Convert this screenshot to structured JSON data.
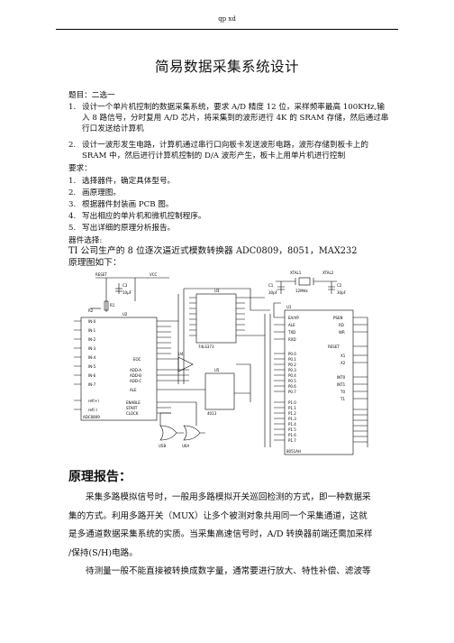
{
  "header": {
    "text": "qp xd"
  },
  "title": "简易数据采集系统设计",
  "topic_intro": "题目：二选一",
  "topics": [
    {
      "num": "1.",
      "lines": [
        "设计一个单片机控制的数据采集系统，要求 A/D 精度 12 位，采样频率最高 100KHz,输",
        "入 8 路信号，分时复用 A/D 芯片，将采集到的波形进行 4K 的 SRAM 存储，然后通过串",
        "行口发送给计算机"
      ]
    },
    {
      "num": "2.",
      "lines": [
        "设计一波形发生电路，计算机通过串行口向板卡发送波形电路，波形存储到板卡上的",
        "SRAM 中，然后进行计算机控制的 D/A 波形产生，板卡上用单片机进行控制"
      ]
    }
  ],
  "requirements_label": "要求：",
  "requirements": [
    {
      "num": "1.",
      "text": "选择器件，确定具体型号。"
    },
    {
      "num": "2.",
      "text": "画原理图。"
    },
    {
      "num": "3.",
      "text": "根据器件封装画 PCB 图。"
    },
    {
      "num": "4.",
      "text": "写出相应的单片机和微机控制程序。"
    },
    {
      "num": "5.",
      "text": "写出详细的原理分析报告。"
    }
  ],
  "components_label": "器件选择:",
  "components_line": "TI 公司生产的 8 位逐次逼近式模数转换器 ADC0809，8051，MAX232",
  "schematic_label": "原理图如下：",
  "schematic": {
    "labels": {
      "adc": "ADC0809",
      "latch": "74LS373",
      "mcu": "8051AH",
      "crystal": "12MHz",
      "xtal1": "XTAL1",
      "xtal2": "XTAL2",
      "reset": "RESET",
      "u1": "U1",
      "u2": "U2",
      "u3": "U3",
      "u4": "U4",
      "u5": "U5",
      "gate1": "U5B",
      "gate2": "U6A",
      "ff": "4013",
      "in0": "IN-0",
      "in1": "IN-1",
      "in2": "IN-2",
      "in3": "IN-3",
      "in4": "IN-4",
      "in5": "IN-5",
      "in6": "IN-6",
      "in7": "IN-7",
      "adda": "ADD-A",
      "addb": "ADD-B",
      "addc": "ADD-C",
      "ale": "ALE",
      "eoc": "EOC",
      "start": "START",
      "clock": "CLOCK",
      "enable": "ENABLE",
      "vref_p": "ref(+)",
      "vref_n": "ref(-)",
      "p00": "P0.0",
      "p01": "P0.1",
      "p02": "P0.2",
      "p03": "P0.3",
      "p04": "P0.4",
      "p05": "P0.5",
      "p06": "P0.6",
      "p07": "P0.7",
      "p10": "P1.0",
      "p11": "P1.1",
      "p12": "P1.2",
      "p13": "P1.3",
      "p14": "P1.4",
      "p15": "P1.5",
      "p16": "P1.6",
      "p17": "P1.7",
      "int0": "INT0",
      "int1": "INT1",
      "t0": "T0",
      "t1": "T1",
      "ea": "EA/VP",
      "psen": "PSEN",
      "rd": "RD",
      "wr": "WR",
      "rxd": "RXD",
      "txd": "TXD",
      "x1": "X1",
      "x2": "X2",
      "c1": "C1",
      "c2": "C2",
      "c3": "C3",
      "r1": "R1",
      "r2": "R2",
      "vcc": "VCC",
      "cap1": "30pF",
      "cap2": "30pF",
      "cap3": "10μF"
    }
  },
  "report_heading": "原理报告：",
  "report_paragraphs": [
    {
      "lines": [
        "采集多路模拟信号时，一般用多路模拟开关巡回检测的方式，即一种数据采",
        "集的方式。利用多路开关（MUX）让多个被测对象共用同一个采集通道，这就",
        "是多通道数据采集系统的实质。当采集高速信号时，A/D 转换器前端还需加采样",
        "/保持(S/H)电路。"
      ]
    },
    {
      "lines": [
        "待测量一般不能直接被转换成数字量，通常要进行放大、特性补偿、滤波等"
      ]
    }
  ]
}
